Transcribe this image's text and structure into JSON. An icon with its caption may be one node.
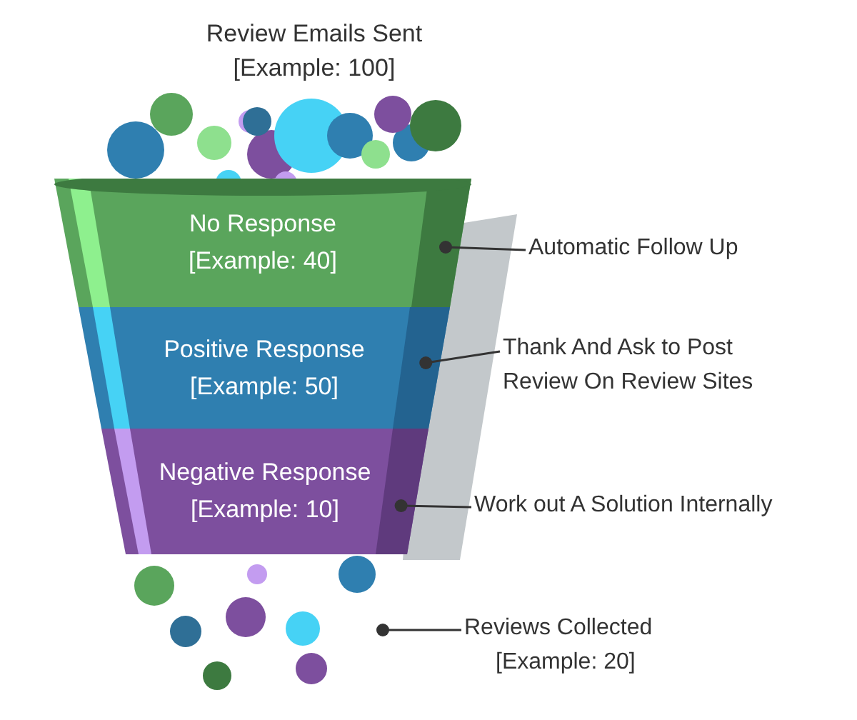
{
  "diagram": {
    "nodes": [
      {
        "text": [
          "No Response",
          "[Example: 40]"
        ]
      },
      {
        "text": [
          "Positive Response",
          "[Example: 50]"
        ]
      },
      {
        "text": [
          "Negative Response",
          "[Example: 10]"
        ]
      },
      {
        "text": [
          "Automatic Follow Up"
        ]
      },
      {
        "text": [
          "Thank And Ask to Post Review On Review Sites"
        ]
      },
      {
        "text": [
          "Work out A Solution Internally"
        ]
      },
      {
        "text": [
          "Reviews Collected",
          "[Example: 20]"
        ]
      },
      {
        "text": [],
        "shape": "picture"
      }
    ],
    "edges": [
      {
        "from": 3,
        "to": 0,
        "arrow": "other"
      },
      {
        "from": 4,
        "to": 1,
        "arrow": "other"
      },
      {
        "from": 5,
        "to": 2,
        "arrow": "other"
      },
      {
        "from": 6,
        "to": 7,
        "arrow": "other"
      }
    ],
    "labels": [
      "Review Emails Sent",
      "[Example: 100]"
    ]
  }
}
